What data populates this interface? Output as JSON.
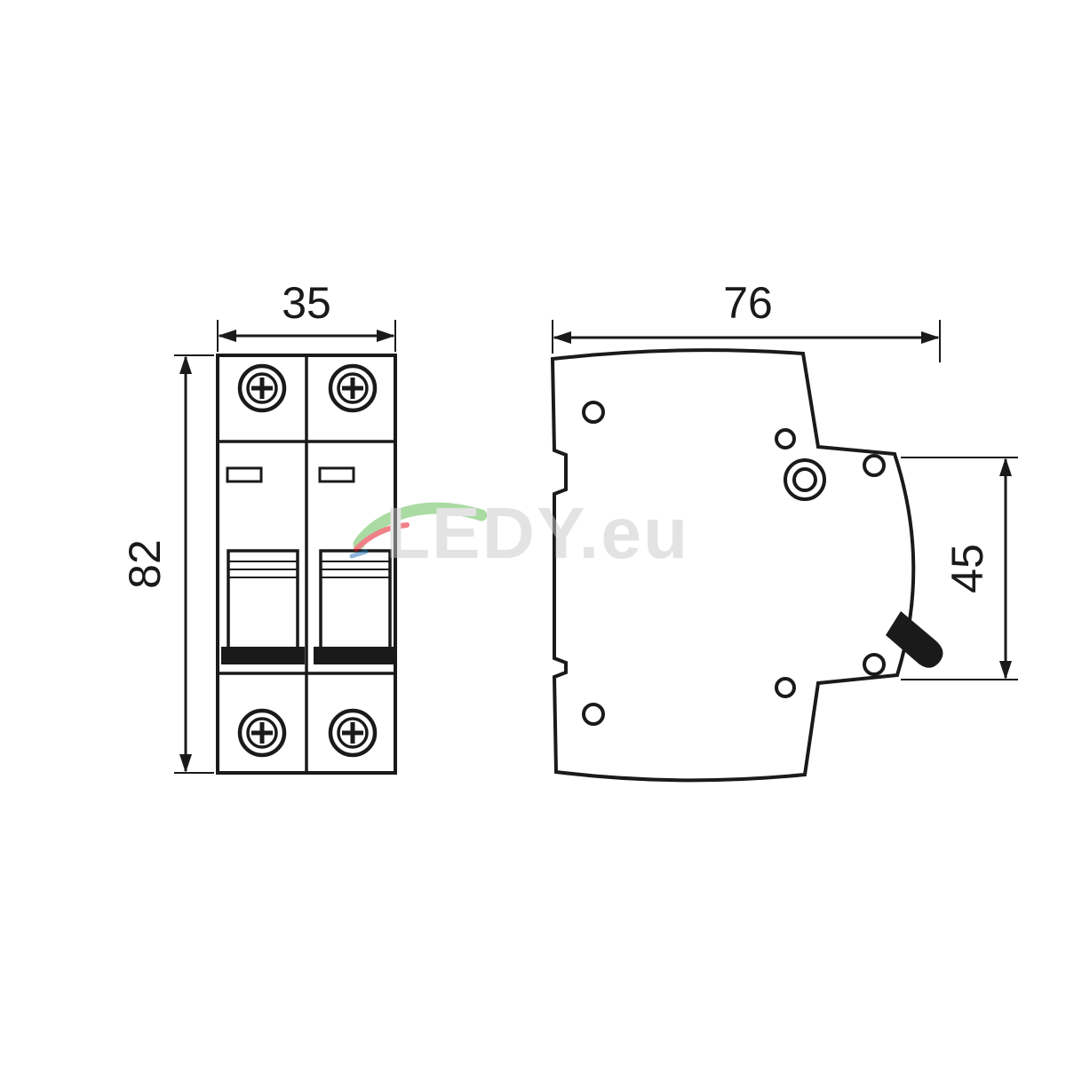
{
  "dims": {
    "front_width": "35",
    "front_height": "82",
    "side_depth": "76",
    "side_height": "45"
  },
  "watermark": {
    "text": "LEDY.eu"
  },
  "colors": {
    "line": "#1a1a1a",
    "watermark_text": "#c9c9c9",
    "swoosh_green": "#57b847",
    "swoosh_red": "#e30613",
    "swoosh_blue": "#1d71b8"
  }
}
